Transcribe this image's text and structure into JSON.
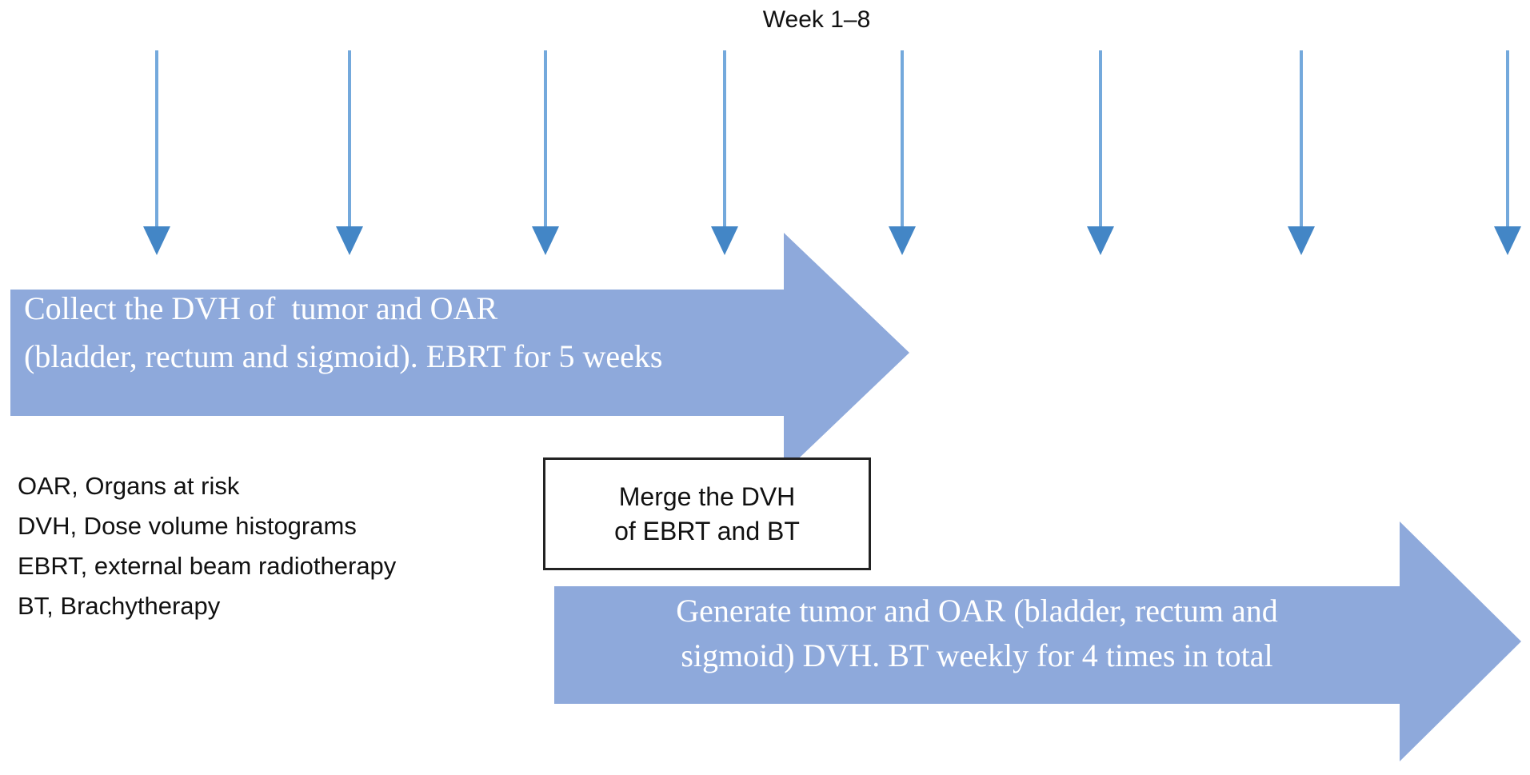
{
  "timeline": {
    "label": "Week 1–8",
    "week_arrow_count": 8
  },
  "ebrt_arrow": {
    "lines": [
      "Collect the DVH of  tumor and OAR",
      "(bladder, rectum and sigmoid). EBRT for 5 weeks"
    ]
  },
  "merge_box": {
    "lines": [
      "Merge the DVH",
      "of EBRT and BT"
    ]
  },
  "bt_arrow": {
    "lines": [
      "Generate tumor and OAR (bladder, rectum and",
      "sigmoid) DVH. BT weekly for 4 times in total"
    ]
  },
  "legend": {
    "items": [
      "OAR, Organs at risk",
      "DVH, Dose volume histograms",
      "EBRT, external beam radiotherapy",
      "BT, Brachytherapy"
    ]
  },
  "colors": {
    "page_bg": "#ffffff",
    "big_arrow_fill": "#8EA9DB",
    "big_arrow_text": "#ffffff",
    "down_arrow_stem": "#74A9DC",
    "down_arrow_head": "#4386C6",
    "box_border": "#222222",
    "box_bg": "#ffffff",
    "text_color": "#111111"
  }
}
